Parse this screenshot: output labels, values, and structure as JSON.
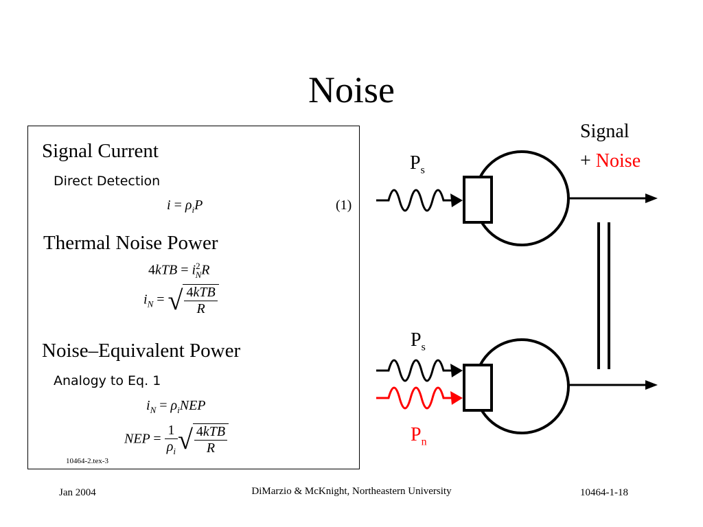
{
  "slide": {
    "title": "Noise"
  },
  "panel": {
    "signal_current": "Signal Current",
    "direct_detection": "Direct Detection",
    "eq1_number": "(1)",
    "thermal_noise_power": "Thermal Noise Power",
    "nep_title": "Noise–Equivalent Power",
    "analogy": "Analogy to Eq. 1",
    "tag": "10464-2.tex-3"
  },
  "diagram": {
    "top_input": {
      "label": "P",
      "subscript": "s"
    },
    "output_line1": "Signal",
    "output_plus": "+",
    "output_noise": "Noise",
    "bottom_signal": {
      "label": "P",
      "subscript": "s"
    },
    "bottom_noise": {
      "label": "P",
      "subscript": "n"
    },
    "colors": {
      "signal": "#000000",
      "noise": "#ff0000"
    }
  },
  "footer": {
    "date": "Jan 2004",
    "authors": "DiMarzio & McKnight, Northeastern University",
    "slide_id": "10464-1-18"
  }
}
